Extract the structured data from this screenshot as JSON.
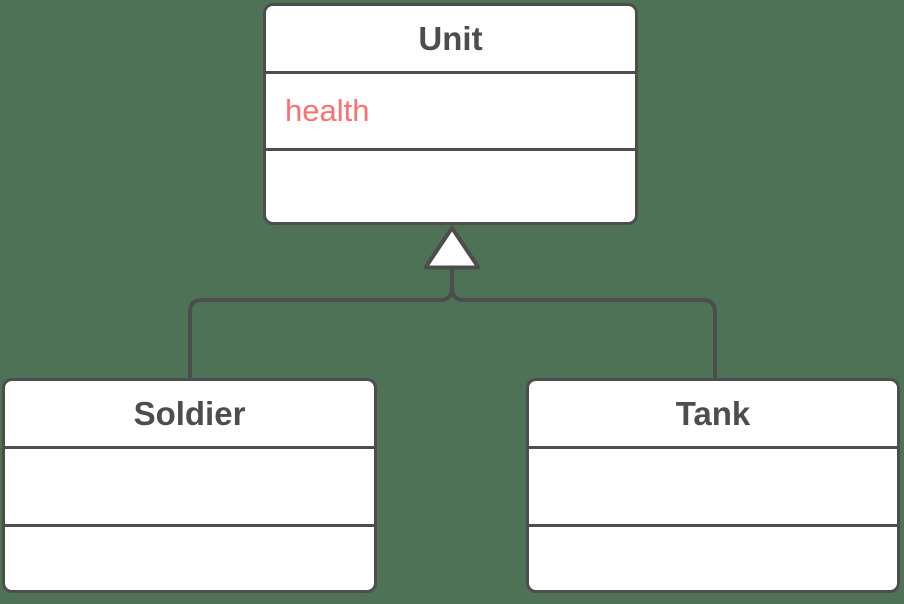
{
  "app": {
    "background_color": "#4d7256"
  },
  "diagram": {
    "type": "uml-class-diagram",
    "line_color": "#4d4d4d",
    "box_fill": "#ffffff",
    "attribute_text_color": "#fc7070",
    "classes": [
      {
        "title": "Unit",
        "attributes": [
          {
            "text": "health"
          }
        ],
        "methods": []
      },
      {
        "title": "Soldier",
        "attributes": [],
        "methods": []
      },
      {
        "title": "Tank",
        "attributes": [],
        "methods": []
      }
    ],
    "relationships": [
      {
        "type": "generalization",
        "from": "Soldier",
        "to": "Unit"
      },
      {
        "type": "generalization",
        "from": "Tank",
        "to": "Unit"
      }
    ]
  }
}
